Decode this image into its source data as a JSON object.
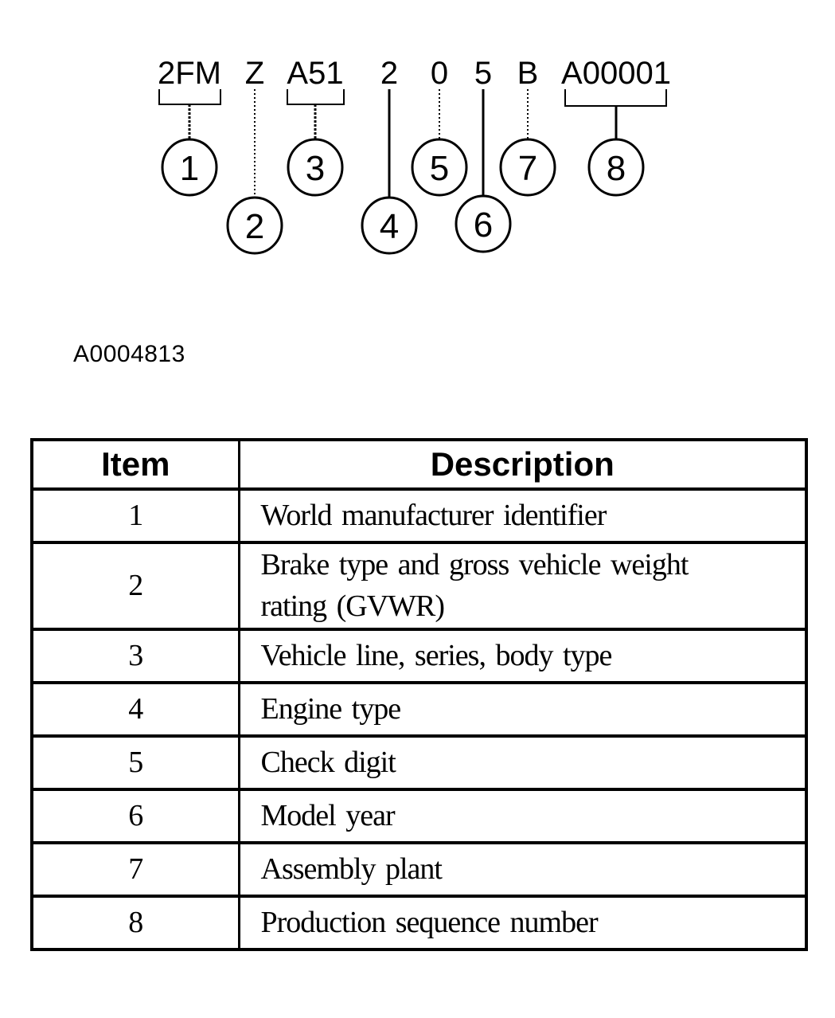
{
  "diagram": {
    "figure_label": "A0004813",
    "segments": [
      {
        "text": "2FM",
        "item": "1"
      },
      {
        "text": "Z",
        "item": "2"
      },
      {
        "text": "A51",
        "item": "3"
      },
      {
        "text": "2",
        "item": "4"
      },
      {
        "text": "0",
        "item": "5"
      },
      {
        "text": "5",
        "item": "6"
      },
      {
        "text": "B",
        "item": "7"
      },
      {
        "text": "A00001",
        "item": "8"
      }
    ]
  },
  "table": {
    "headers": [
      "Item",
      "Description"
    ],
    "rows": [
      {
        "item": "1",
        "description": "World manufacturer identifier"
      },
      {
        "item": "2",
        "description": "Brake type and gross vehicle weight rating (GVWR)"
      },
      {
        "item": "3",
        "description": "Vehicle line, series, body type"
      },
      {
        "item": "4",
        "description": "Engine type"
      },
      {
        "item": "5",
        "description": "Check digit"
      },
      {
        "item": "6",
        "description": "Model year"
      },
      {
        "item": "7",
        "description": "Assembly plant"
      },
      {
        "item": "8",
        "description": "Production sequence number"
      }
    ]
  },
  "colors": {
    "ink": "#000000",
    "paper": "#ffffff"
  }
}
